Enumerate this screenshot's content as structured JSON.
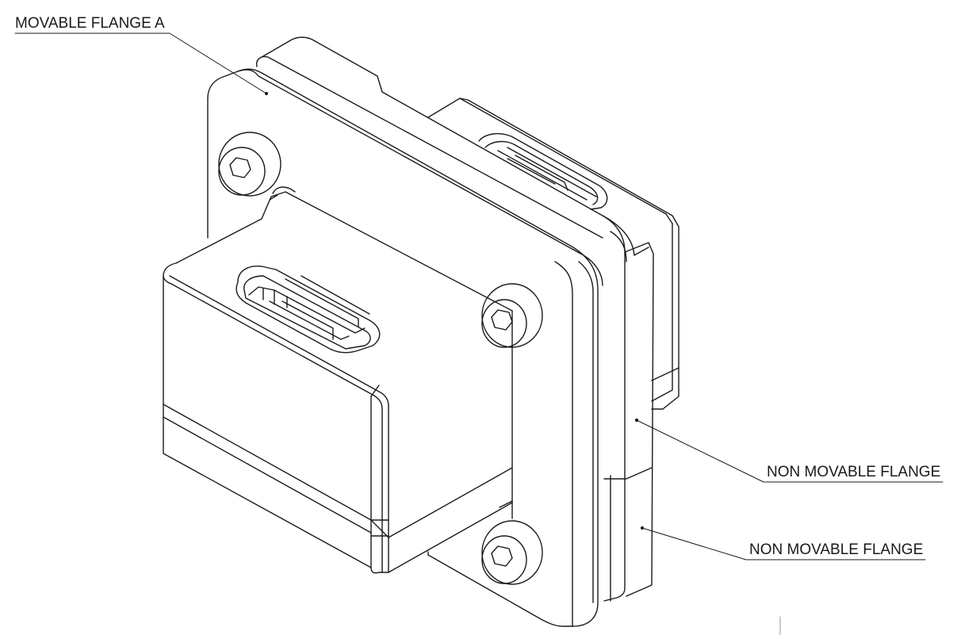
{
  "callouts": {
    "movable_flange_a": "MOVABLE FLANGE A",
    "non_movable_flange_upper": "NON MOVABLE FLANGE",
    "non_movable_flange_lower": "NON MOVABLE FLANGE"
  },
  "colors": {
    "line": "#1a1a1a",
    "background": "#ffffff"
  }
}
